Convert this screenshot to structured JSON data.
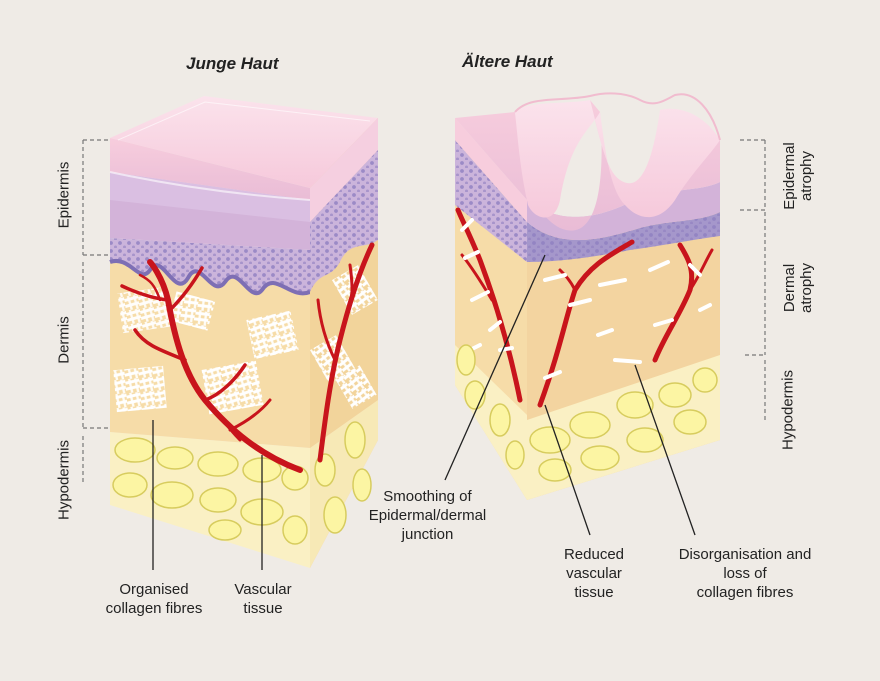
{
  "titles": {
    "young": "Junge Haut",
    "older": "Ältere Haut"
  },
  "left_layers": {
    "epidermis": "Epidermis",
    "dermis": "Dermis",
    "hypodermis": "Hypodermis"
  },
  "right_layers": {
    "epidermal_atrophy_1": "Epidermal",
    "epidermal_atrophy_2": "atrophy",
    "dermal_atrophy_1": "Dermal",
    "dermal_atrophy_2": "atrophy",
    "hypodermis": "Hypodermis"
  },
  "callouts": {
    "organised_1": "Organised",
    "organised_2": "collagen fibres",
    "vascular_1": "Vascular",
    "vascular_2": "tissue",
    "smoothing_1": "Smoothing of",
    "smoothing_2": "Epidermal/dermal",
    "smoothing_3": "junction",
    "reduced_1": "Reduced",
    "reduced_2": "vascular",
    "reduced_3": "tissue",
    "disorg_1": "Disorganisation and",
    "disorg_2": "loss of",
    "disorg_3": "collagen fibres"
  },
  "colors": {
    "background": "#efebe6",
    "epidermis_top": "#f9d3e1",
    "epidermis_purple": "#d3b3d9",
    "basal_layer": "#9e8dc6",
    "dermis": "#f6dca8",
    "hypodermis": "#faf0c4",
    "fat_cells": "#fcf5a3",
    "vessels": "#c8141c",
    "collagen": "#ffffff"
  }
}
